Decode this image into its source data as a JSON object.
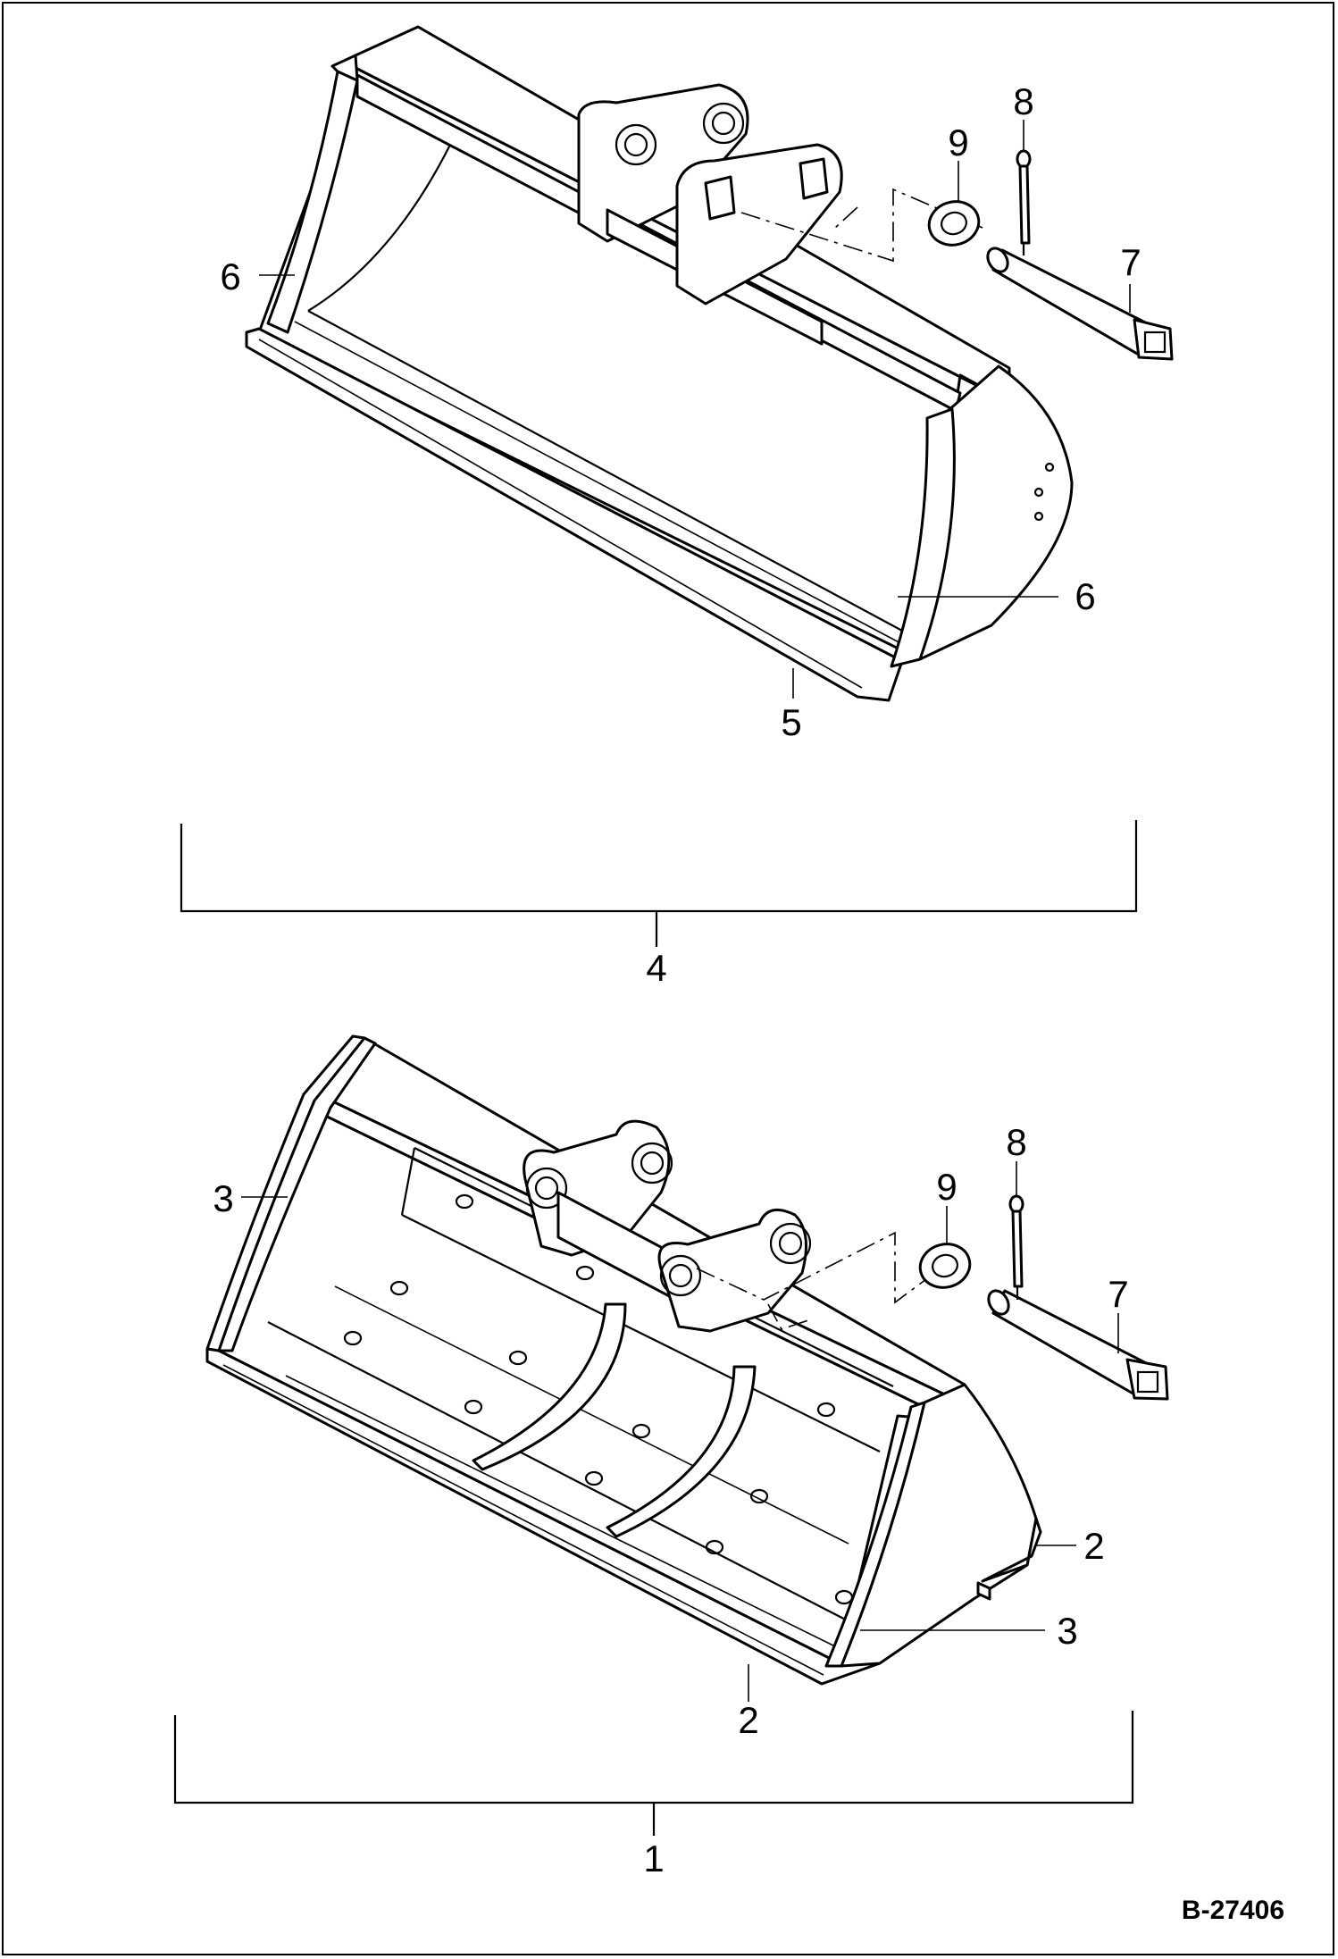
{
  "drawing": {
    "document_id": "B-27406",
    "upper_assembly": {
      "group_callout": "4",
      "callouts": {
        "side_left": "6",
        "side_right": "6",
        "cutting_edge": "5",
        "pin": "7",
        "cotter": "8",
        "washer": "9"
      }
    },
    "lower_assembly": {
      "group_callout": "1",
      "callouts": {
        "side_left": "3",
        "side_right": "3",
        "edge_bottom": "2",
        "edge_side": "2",
        "pin": "7",
        "cotter": "8",
        "washer": "9"
      }
    }
  }
}
